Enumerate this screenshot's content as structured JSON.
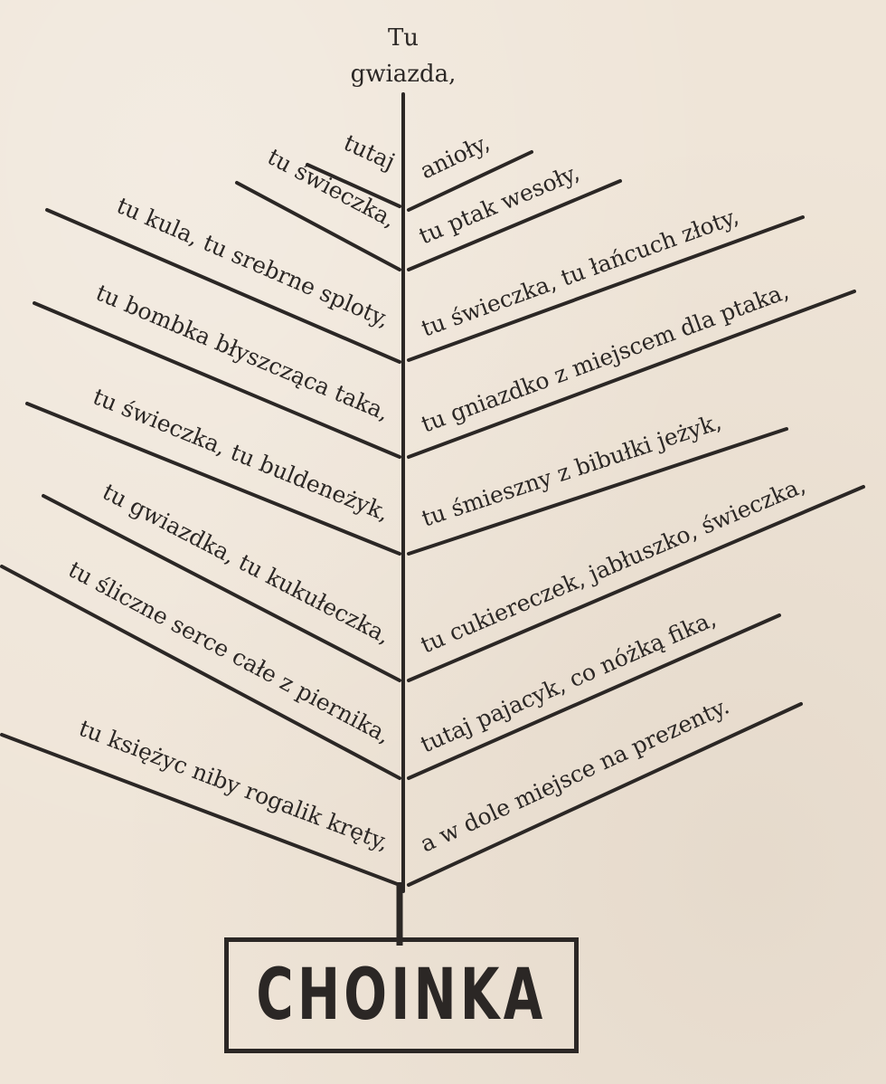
{
  "poem": {
    "top": [
      "Tu",
      "gwiazda,"
    ],
    "left": [
      "tutaj",
      "tu świeczka,",
      "tu kula, tu srebrne sploty,",
      "tu bombka błyszcząca taka,",
      "tu świeczka, tu buldeneżyk,",
      "tu gwiazdka, tu kukułeczka,",
      "tu śliczne serce całe z piernika,",
      "tu księżyc niby rogalik kręty,"
    ],
    "right": [
      "anioły,",
      "tu ptak wesoły,",
      "tu świeczka, tu łańcuch złoty,",
      "tu gniazdko z miejscem dla ptaka,",
      "tu śmieszny z bibułki jeżyk,",
      "tu cukiereczek, jabłuszko, świeczka,",
      "tutaj pajacyk, co nóżką fika,",
      "a w dole miejsce na prezenty."
    ]
  },
  "title": "CHOINKA"
}
